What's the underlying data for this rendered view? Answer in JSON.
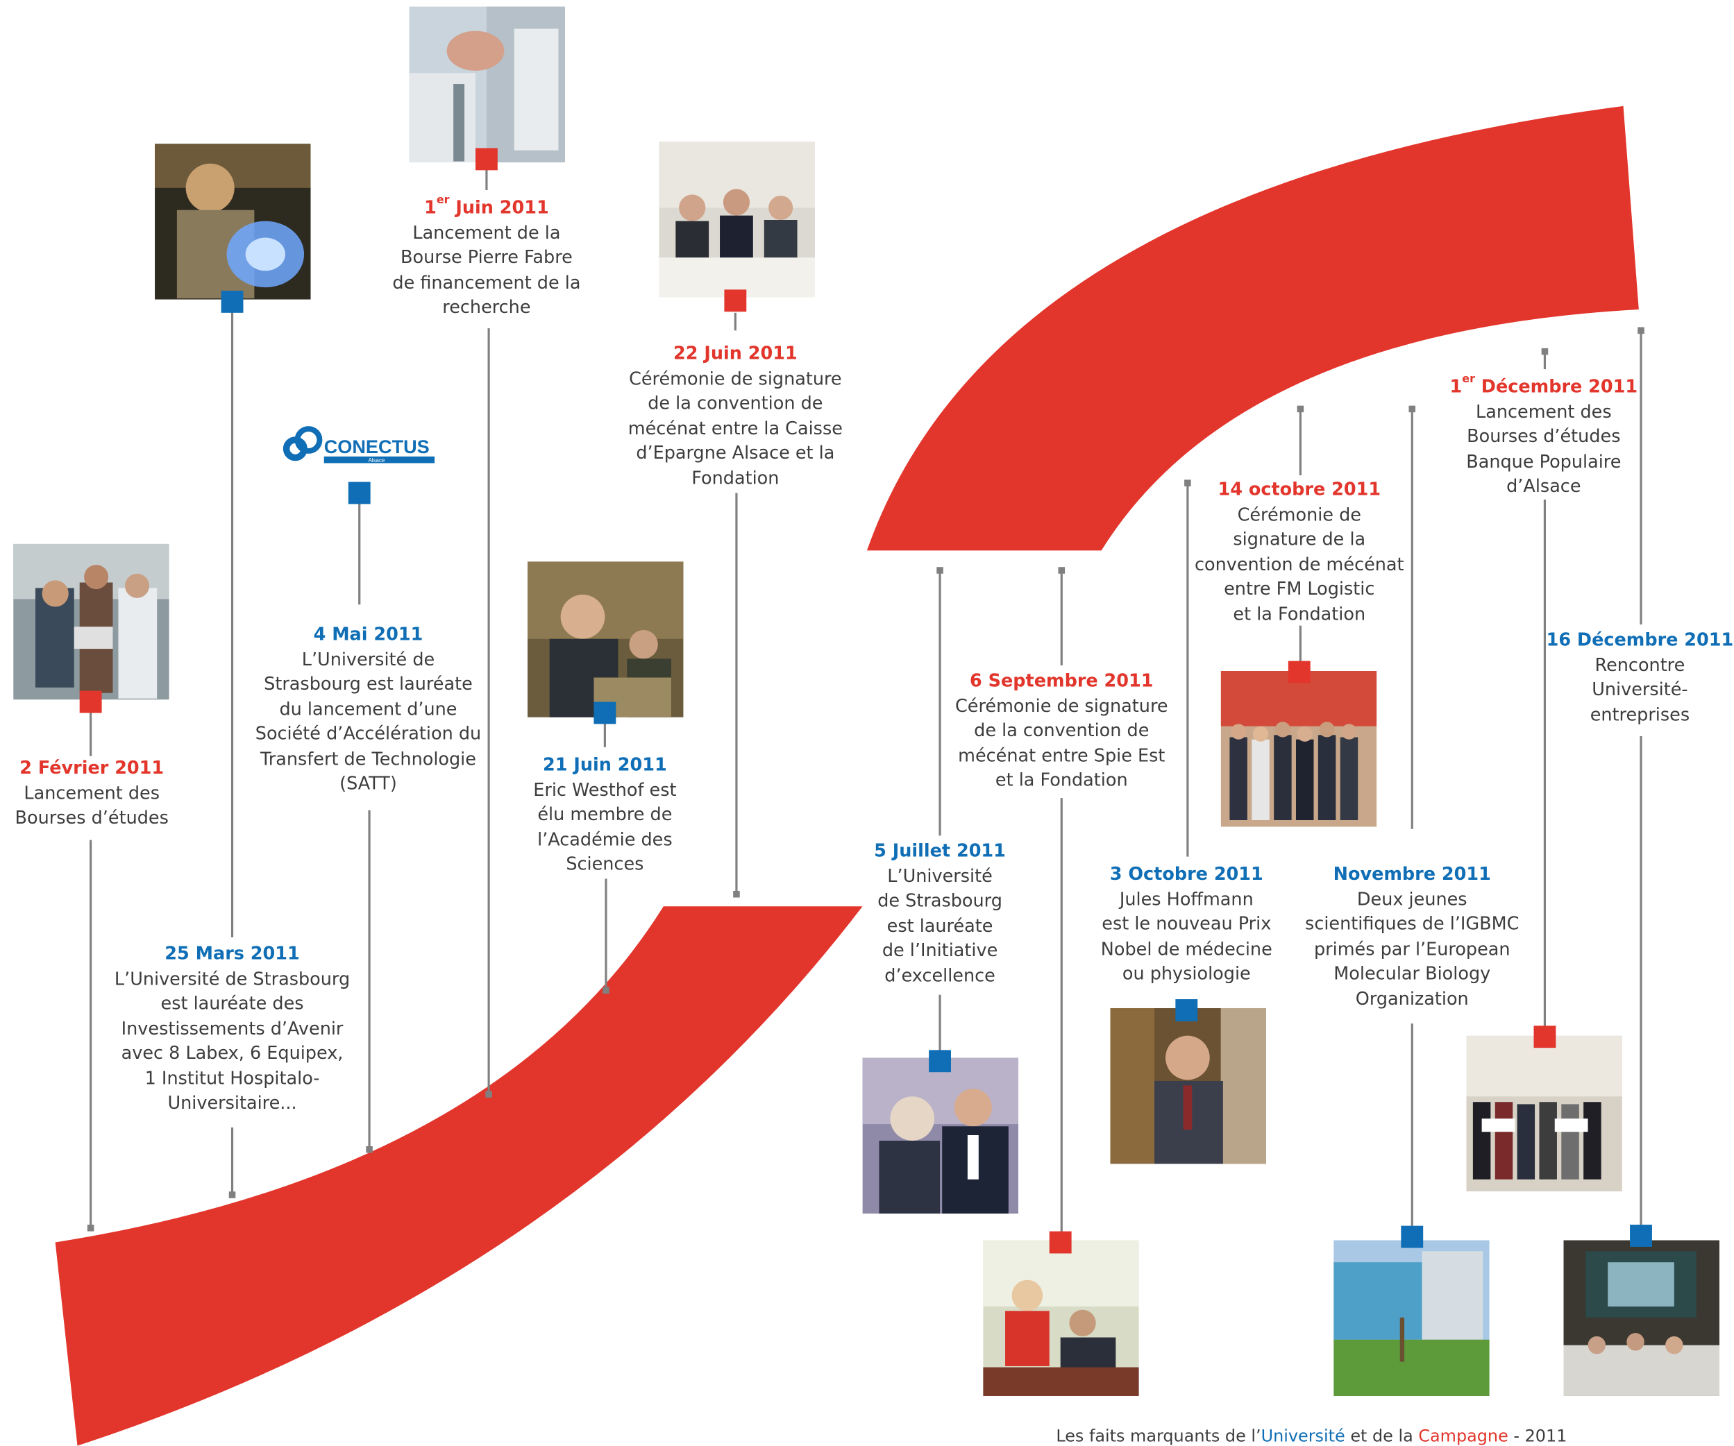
{
  "colors": {
    "accent_red": "#e2352b",
    "accent_blue": "#0f6eb5",
    "connector": "#808080"
  },
  "logo": {
    "name": "CONECTUS",
    "sub": "Alsace"
  },
  "events": [
    {
      "id": "feb",
      "day": "2 Février 2011",
      "sup": "",
      "color": "red",
      "text": "Lancement des\nBourses d’études"
    },
    {
      "id": "mar",
      "day": "25 Mars 2011",
      "sup": "",
      "color": "blue",
      "text": "L’Université de Strasbourg\nest lauréate des\nInvestissements d’Avenir\navec 8 Labex, 6 Equipex,\n1 Institut Hospitalo-\nUniversitaire..."
    },
    {
      "id": "may",
      "day": "4 Mai 2011",
      "sup": "",
      "color": "blue",
      "text": "L’Université de\nStrasbourg est lauréate\ndu lancement d’une\nSociété d’Accélération du\nTransfert de Technologie\n(SATT)"
    },
    {
      "id": "jun1",
      "day": "1",
      "sup": "er",
      "day_rest": " Juin 2011",
      "color": "red",
      "text": "Lancement de la\nBourse Pierre Fabre\nde financement de la\nrecherche"
    },
    {
      "id": "jun21",
      "day": "21 Juin 2011",
      "sup": "",
      "color": "blue",
      "text": "Eric Westhof est\nélu membre de\nl’Académie des\nSciences"
    },
    {
      "id": "jun22",
      "day": "22 Juin 2011",
      "sup": "",
      "color": "red",
      "text": "Cérémonie de signature\nde la convention de\nmécénat entre la Caisse\nd’Epargne Alsace et la\nFondation"
    },
    {
      "id": "jul",
      "day": "5 Juillet 2011",
      "sup": "",
      "color": "blue",
      "text": "L’Université\nde Strasbourg\nest lauréate\nde l’Initiative\nd’excellence"
    },
    {
      "id": "sep",
      "day": "6 Septembre 2011",
      "sup": "",
      "color": "red",
      "text": "Cérémonie de signature\nde la convention de\nmécénat entre Spie Est\net la Fondation"
    },
    {
      "id": "oct3",
      "day": "3 Octobre 2011",
      "sup": "",
      "color": "blue",
      "text": "Jules Hoffmann\nest le nouveau Prix\nNobel de médecine\nou physiologie"
    },
    {
      "id": "oct14",
      "day": "14 octobre 2011",
      "sup": "",
      "color": "red",
      "text": "Cérémonie de\nsignature de la\nconvention de mécénat\nentre FM Logistic\net la Fondation"
    },
    {
      "id": "nov",
      "day": "Novembre 2011",
      "sup": "",
      "color": "blue",
      "text": "Deux jeunes\nscientifiques de l’IGBMC\nprimés par l’European\nMolecular Biology\nOrganization"
    },
    {
      "id": "dec1",
      "day": "1",
      "sup": "er",
      "day_rest": " Décembre 2011",
      "color": "red",
      "text": "Lancement des\nBourses d’études\nBanque Populaire\nd’Alsace"
    },
    {
      "id": "dec16",
      "day": "16 Décembre 2011",
      "sup": "",
      "color": "blue",
      "text": "Rencontre\nUniversité-\nentreprises"
    }
  ],
  "footer": {
    "prefix": "Les faits marquants de l’",
    "univ": "Université",
    "middle": " et de la ",
    "camp": "Campagne",
    "suffix": " - 2011"
  }
}
